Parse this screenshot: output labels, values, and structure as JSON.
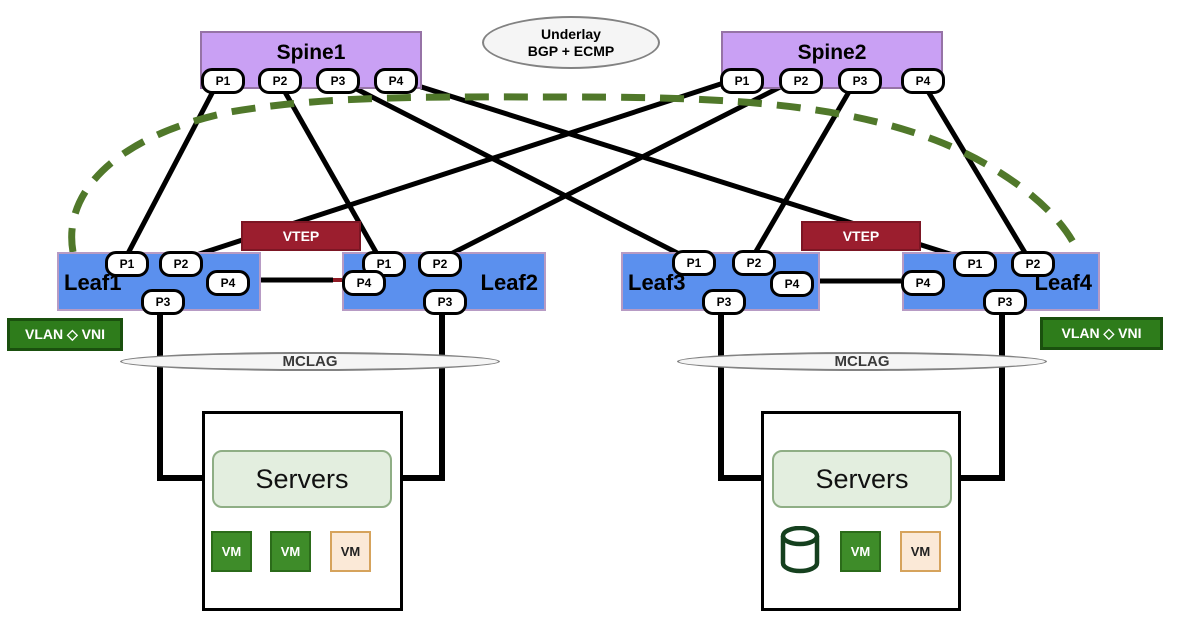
{
  "underlay": {
    "line1": "Underlay",
    "line2": "BGP + ECMP"
  },
  "spines": [
    {
      "label": "Spine1",
      "ports": [
        "P1",
        "P2",
        "P3",
        "P4"
      ]
    },
    {
      "label": "Spine2",
      "ports": [
        "P1",
        "P2",
        "P3",
        "P4"
      ]
    }
  ],
  "leaves": [
    {
      "label": "Leaf1",
      "ports": [
        "P1",
        "P2",
        "P3",
        "P4"
      ]
    },
    {
      "label": "Leaf2",
      "ports": [
        "P1",
        "P2",
        "P3",
        "P4"
      ]
    },
    {
      "label": "Leaf3",
      "ports": [
        "P1",
        "P2",
        "P3",
        "P4"
      ]
    },
    {
      "label": "Leaf4",
      "ports": [
        "P1",
        "P2",
        "P3",
        "P4"
      ]
    }
  ],
  "vteps": [
    {
      "label": "VTEP"
    },
    {
      "label": "VTEP"
    }
  ],
  "vlan_vni": [
    {
      "label": "VLAN ◇ VNI"
    },
    {
      "label": "VLAN ◇ VNI"
    }
  ],
  "mclag": [
    {
      "label": "MCLAG"
    },
    {
      "label": "MCLAG"
    }
  ],
  "server_groups": [
    {
      "label": "Servers",
      "items": [
        {
          "type": "vm-green",
          "label": "VM"
        },
        {
          "type": "vm-green",
          "label": "VM"
        },
        {
          "type": "vm-orange",
          "label": "VM"
        }
      ]
    },
    {
      "label": "Servers",
      "items": [
        {
          "type": "database-icon",
          "label": ""
        },
        {
          "type": "vm-green",
          "label": "VM"
        },
        {
          "type": "vm-orange",
          "label": "VM"
        }
      ]
    }
  ],
  "colors": {
    "spine_fill": "#C9A0F4",
    "leaf_fill": "#5B90EE",
    "vtep_fill": "#9B1E2E",
    "vxlan_tunnel_green": "#50782A",
    "vlan_vni_fill": "#2E7C1B",
    "vm_green_fill": "#3E8C29",
    "vm_orange_border": "#D6A35C",
    "peer_link_red": "#901A24",
    "link_black": "#000000"
  }
}
